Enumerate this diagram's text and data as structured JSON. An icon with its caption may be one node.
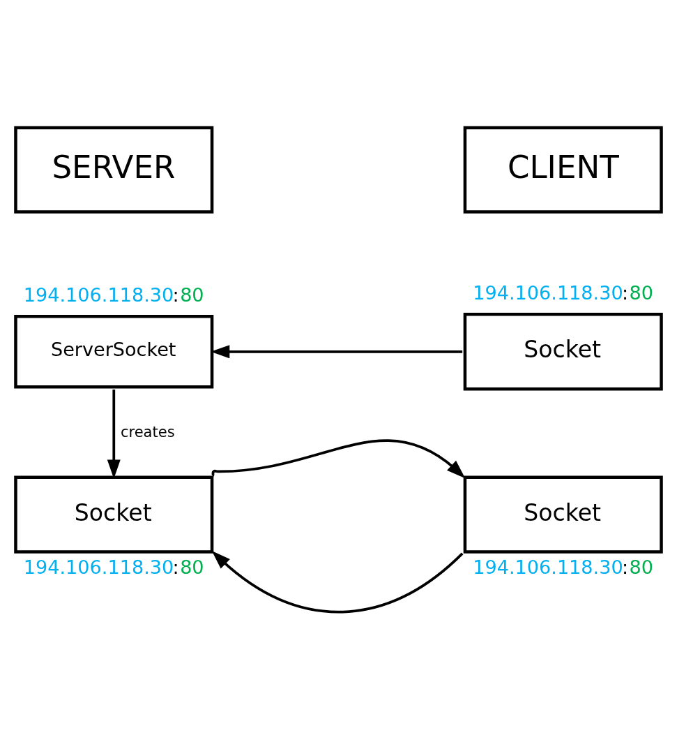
{
  "diagram": {
    "nodes": [
      {
        "text": [
          "SERVER"
        ]
      },
      {
        "text": [
          "CLIENT"
        ]
      },
      {
        "text": [
          "ServerSocket"
        ],
        "beside": [
          "194.106.118.30:80"
        ]
      },
      {
        "text": [
          "Socket"
        ],
        "beside": [
          "194.106.118.30:80"
        ]
      },
      {
        "text": [
          "Socket"
        ],
        "beside": [
          "194.106.118.30:80"
        ]
      },
      {
        "text": [
          "Socket"
        ],
        "beside": [
          "194.106.118.30:80"
        ]
      }
    ],
    "edges": [
      {
        "from": 3,
        "to": 2,
        "arrow": "to"
      },
      {
        "from": 2,
        "to": 4,
        "arrow": "to",
        "label": "creates"
      },
      {
        "from": 4,
        "to": 5,
        "arrow": "to"
      },
      {
        "from": 5,
        "to": 4,
        "arrow": "to"
      }
    ]
  }
}
